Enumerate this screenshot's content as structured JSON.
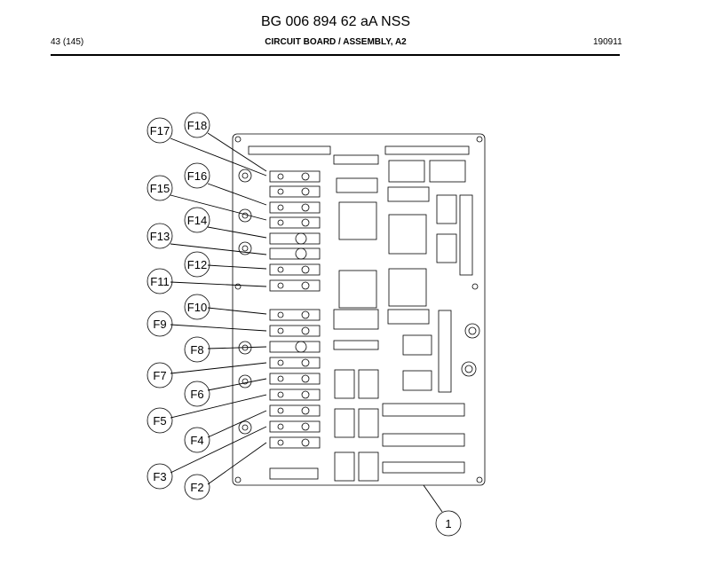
{
  "header": {
    "title": "BG 006 894 62 aA NSS",
    "page": "43 (145)",
    "subtitle": "CIRCUIT BOARD / ASSEMBLY, A2",
    "date": "190911"
  },
  "diagram": {
    "callouts": {
      "f17": "F17",
      "f18": "F18",
      "f16": "F16",
      "f15": "F15",
      "f14": "F14",
      "f13": "F13",
      "f12": "F12",
      "f11": "F11",
      "f10": "F10",
      "f9": "F9",
      "f8": "F8",
      "f7": "F7",
      "f6": "F6",
      "f5": "F5",
      "f4": "F4",
      "f3": "F3",
      "f2": "F2",
      "item1": "1"
    }
  }
}
